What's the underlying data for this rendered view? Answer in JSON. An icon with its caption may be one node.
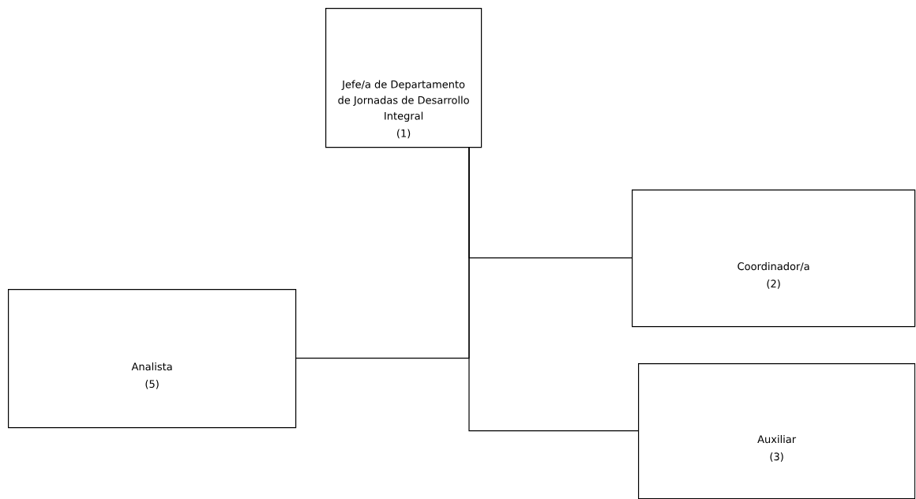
{
  "diagram": {
    "nodes": [
      {
        "text": [
          "Jefe/a de Departamento de Jornadas de Desarrollo Integral",
          "(1)"
        ]
      },
      {
        "text": [
          "Coordinador/a",
          "(2)"
        ]
      },
      {
        "text": [
          "Analista",
          "(5)"
        ]
      },
      {
        "text": [
          "Auxiliar",
          "(3)"
        ]
      }
    ],
    "edges": [
      {
        "from": 0,
        "to": 1,
        "arrow": "none"
      },
      {
        "from": 0,
        "to": 2,
        "arrow": "none"
      },
      {
        "from": 0,
        "to": 3,
        "arrow": "none"
      }
    ]
  }
}
